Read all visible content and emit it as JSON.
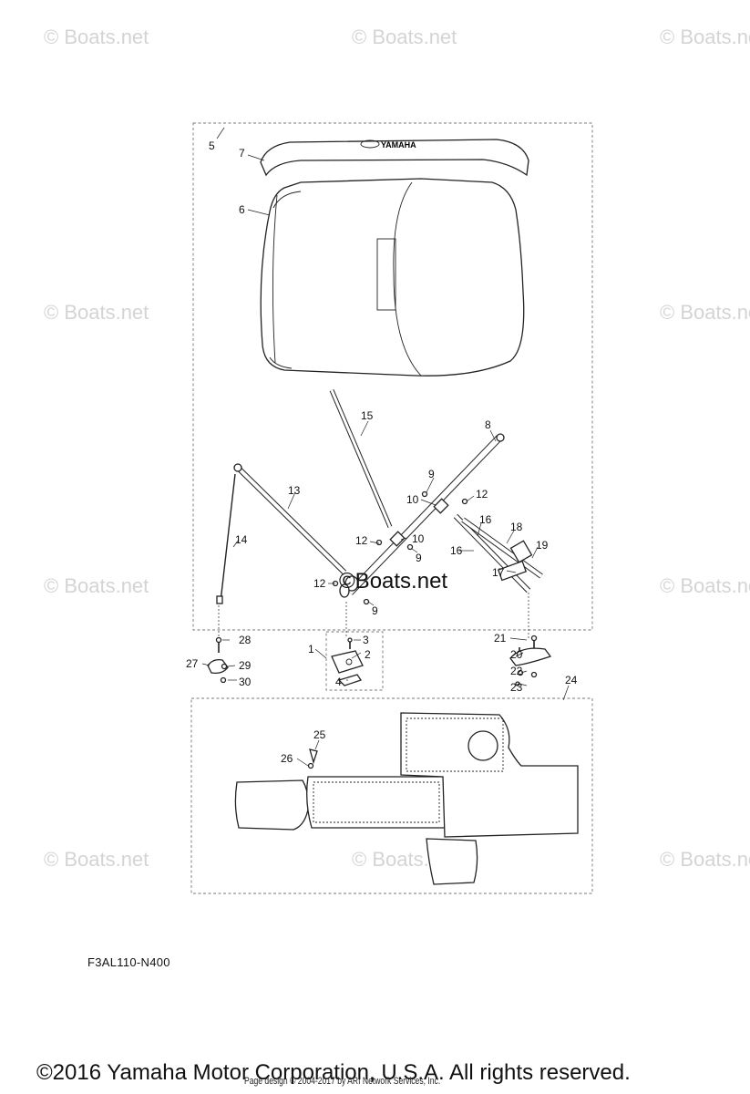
{
  "watermarks": {
    "text": "© Boats.net"
  },
  "center_logo": "©Boats.net",
  "brand_strip_text": "YAMAHA",
  "callouts": [
    {
      "id": "c5",
      "label": "5"
    },
    {
      "id": "c7",
      "label": "7"
    },
    {
      "id": "c6",
      "label": "6"
    },
    {
      "id": "c15",
      "label": "15"
    },
    {
      "id": "c8",
      "label": "8"
    },
    {
      "id": "c9a",
      "label": "9"
    },
    {
      "id": "c10a",
      "label": "10"
    },
    {
      "id": "c12a",
      "label": "12"
    },
    {
      "id": "c13",
      "label": "13"
    },
    {
      "id": "c14",
      "label": "14"
    },
    {
      "id": "c16a",
      "label": "16"
    },
    {
      "id": "c18",
      "label": "18"
    },
    {
      "id": "c16b",
      "label": "16"
    },
    {
      "id": "c19",
      "label": "19"
    },
    {
      "id": "c12b",
      "label": "12"
    },
    {
      "id": "c10b",
      "label": "10"
    },
    {
      "id": "c9b",
      "label": "9"
    },
    {
      "id": "c17",
      "label": "17"
    },
    {
      "id": "c12c",
      "label": "12"
    },
    {
      "id": "c9c",
      "label": "9"
    },
    {
      "id": "c28",
      "label": "28"
    },
    {
      "id": "c3",
      "label": "3"
    },
    {
      "id": "c21",
      "label": "21"
    },
    {
      "id": "c1",
      "label": "1"
    },
    {
      "id": "c2",
      "label": "2"
    },
    {
      "id": "c20",
      "label": "20"
    },
    {
      "id": "c27",
      "label": "27"
    },
    {
      "id": "c29",
      "label": "29"
    },
    {
      "id": "c4",
      "label": "4"
    },
    {
      "id": "c22",
      "label": "22"
    },
    {
      "id": "c30",
      "label": "30"
    },
    {
      "id": "c23",
      "label": "23"
    },
    {
      "id": "c24",
      "label": "24"
    },
    {
      "id": "c25",
      "label": "25"
    },
    {
      "id": "c26",
      "label": "26"
    }
  ],
  "diagram_code": "F3AL110-N400",
  "copyright": "©2016 Yamaha Motor Corporation, U.S.A. All rights reserved.",
  "page_design": "Page design © 2004-2017 by ARI Network Services, Inc."
}
